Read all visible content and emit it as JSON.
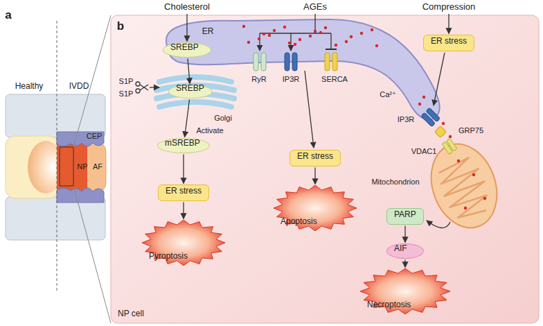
{
  "diagram": {
    "nodes": [
      {
        "text": [
          "Cholesterol"
        ]
      },
      {
        "text": [
          "AGEs"
        ]
      },
      {
        "text": [
          "Compression"
        ]
      },
      {
        "text": [
          "NP cell"
        ]
      },
      {
        "text": [
          "SREBP"
        ],
        "in": 3
      },
      {
        "text": [
          "SREBP"
        ],
        "in": 3
      },
      {
        "text": [
          "mSREBP"
        ],
        "in": 3
      },
      {
        "text": [
          "ER stress"
        ],
        "in": 3
      },
      {
        "text": [
          "Pyroptosis"
        ],
        "in": 3
      },
      {
        "text": [
          "ER stress"
        ],
        "in": 3
      },
      {
        "text": [
          "Apoptosis"
        ],
        "in": 3
      },
      {
        "text": [
          "ER stress"
        ],
        "in": 3
      },
      {
        "text": [
          "PARP"
        ],
        "in": 3
      },
      {
        "text": [
          "AIF"
        ],
        "in": 3
      },
      {
        "text": [
          "Necroptosis"
        ],
        "in": 3
      }
    ],
    "edges": [
      {
        "from": 0,
        "to": 4,
        "arrow": "to"
      },
      {
        "from": 4,
        "to": 5,
        "arrow": "to"
      },
      {
        "from": 5,
        "to": 6,
        "arrow": "to"
      },
      {
        "from": 6,
        "to": 7,
        "arrow": "to"
      },
      {
        "from": 7,
        "to": 8,
        "arrow": "to"
      },
      {
        "from": 9,
        "to": 10,
        "arrow": "to"
      },
      {
        "from": 2,
        "to": 11,
        "arrow": "to"
      },
      {
        "from": 12,
        "to": 13,
        "arrow": "to"
      },
      {
        "from": 13,
        "to": 14,
        "arrow": "to"
      }
    ],
    "labels": [
      "a",
      "Healthy",
      "IVDD",
      "CEP",
      "NP",
      "AF",
      "b",
      "ER",
      "S1P",
      "S1P",
      "Golgi",
      "Activate",
      "RyR",
      "IP3R",
      "SERCA",
      "Ca²⁺",
      "IP3R",
      "GRP75",
      "VDAC1",
      "Mitochondrion"
    ]
  }
}
